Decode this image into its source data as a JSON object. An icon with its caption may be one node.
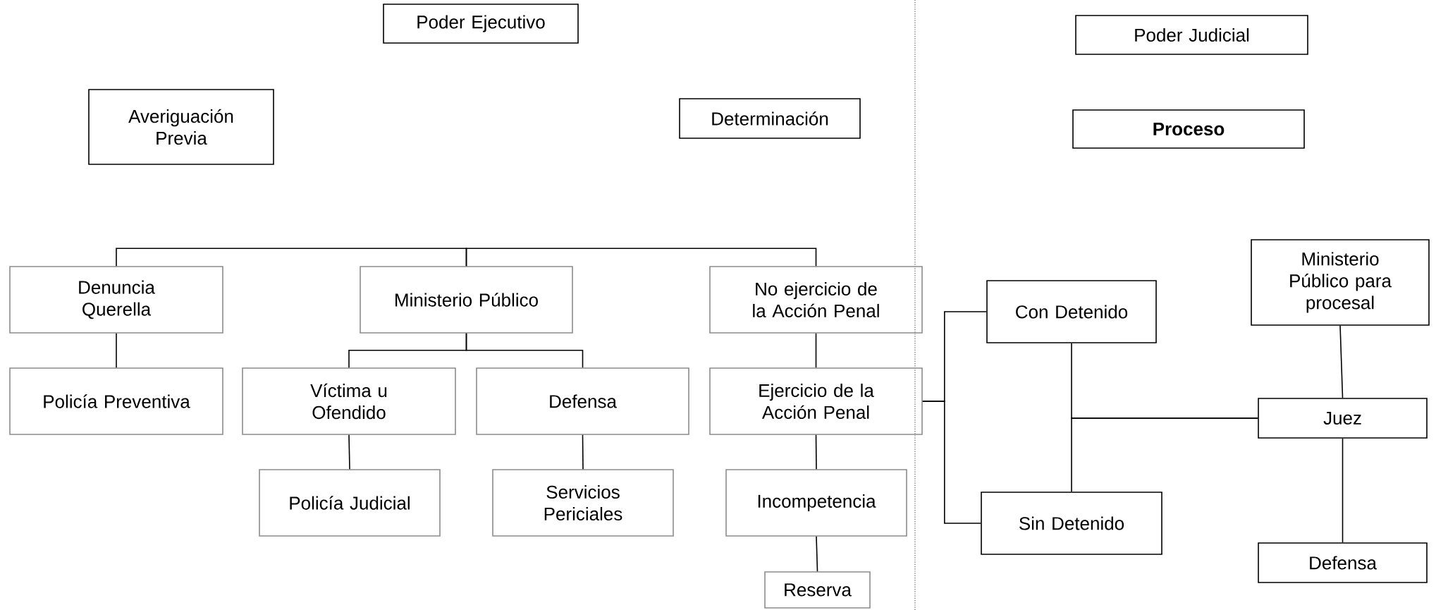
{
  "diagram": {
    "nodes": [
      {
        "text": [
          "Poder Ejecutivo"
        ]
      },
      {
        "text": [
          "Averiguación Previa"
        ]
      },
      {
        "text": [
          "Determinación"
        ]
      },
      {
        "text": [
          "Poder Judicial"
        ]
      },
      {
        "text": [
          "Proceso"
        ]
      },
      {
        "text": [
          "Denuncia Querella"
        ]
      },
      {
        "text": [
          "Ministerio Público"
        ]
      },
      {
        "text": [
          "No ejercicio de la Acción Penal"
        ]
      },
      {
        "text": [
          "Policía Preventiva"
        ]
      },
      {
        "text": [
          "Víctima u Ofendido"
        ]
      },
      {
        "text": [
          "Defensa"
        ]
      },
      {
        "text": [
          "Ejercicio de la Acción Penal"
        ]
      },
      {
        "text": [
          "Policía Judicial"
        ]
      },
      {
        "text": [
          "Servicios Periciales"
        ]
      },
      {
        "text": [
          "Incompetencia"
        ]
      },
      {
        "text": [
          "Reserva"
        ]
      },
      {
        "text": [
          "Con Detenido"
        ]
      },
      {
        "text": [
          "Sin Detenido"
        ]
      },
      {
        "text": [
          "Ministerio Público para procesal"
        ]
      },
      {
        "text": [
          "Juez"
        ]
      },
      {
        "text": [
          "Defensa"
        ]
      }
    ],
    "edges": [
      {
        "from": 6,
        "to": 5,
        "arrow": "none"
      },
      {
        "from": 6,
        "to": 7,
        "arrow": "none"
      },
      {
        "from": 5,
        "to": 8,
        "arrow": "none"
      },
      {
        "from": 6,
        "to": 9,
        "arrow": "none"
      },
      {
        "from": 6,
        "to": 10,
        "arrow": "none"
      },
      {
        "from": 9,
        "to": 12,
        "arrow": "none"
      },
      {
        "from": 10,
        "to": 13,
        "arrow": "none"
      },
      {
        "from": 7,
        "to": 11,
        "arrow": "none"
      },
      {
        "from": 11,
        "to": 14,
        "arrow": "none"
      },
      {
        "from": 14,
        "to": 15,
        "arrow": "none"
      },
      {
        "from": 11,
        "to": 16,
        "arrow": "none"
      },
      {
        "from": 11,
        "to": 17,
        "arrow": "none"
      },
      {
        "from": 16,
        "to": 19,
        "arrow": "none"
      },
      {
        "from": 17,
        "to": 19,
        "arrow": "none"
      },
      {
        "from": 18,
        "to": 19,
        "arrow": "none"
      },
      {
        "from": 19,
        "to": 20,
        "arrow": "none"
      }
    ]
  }
}
